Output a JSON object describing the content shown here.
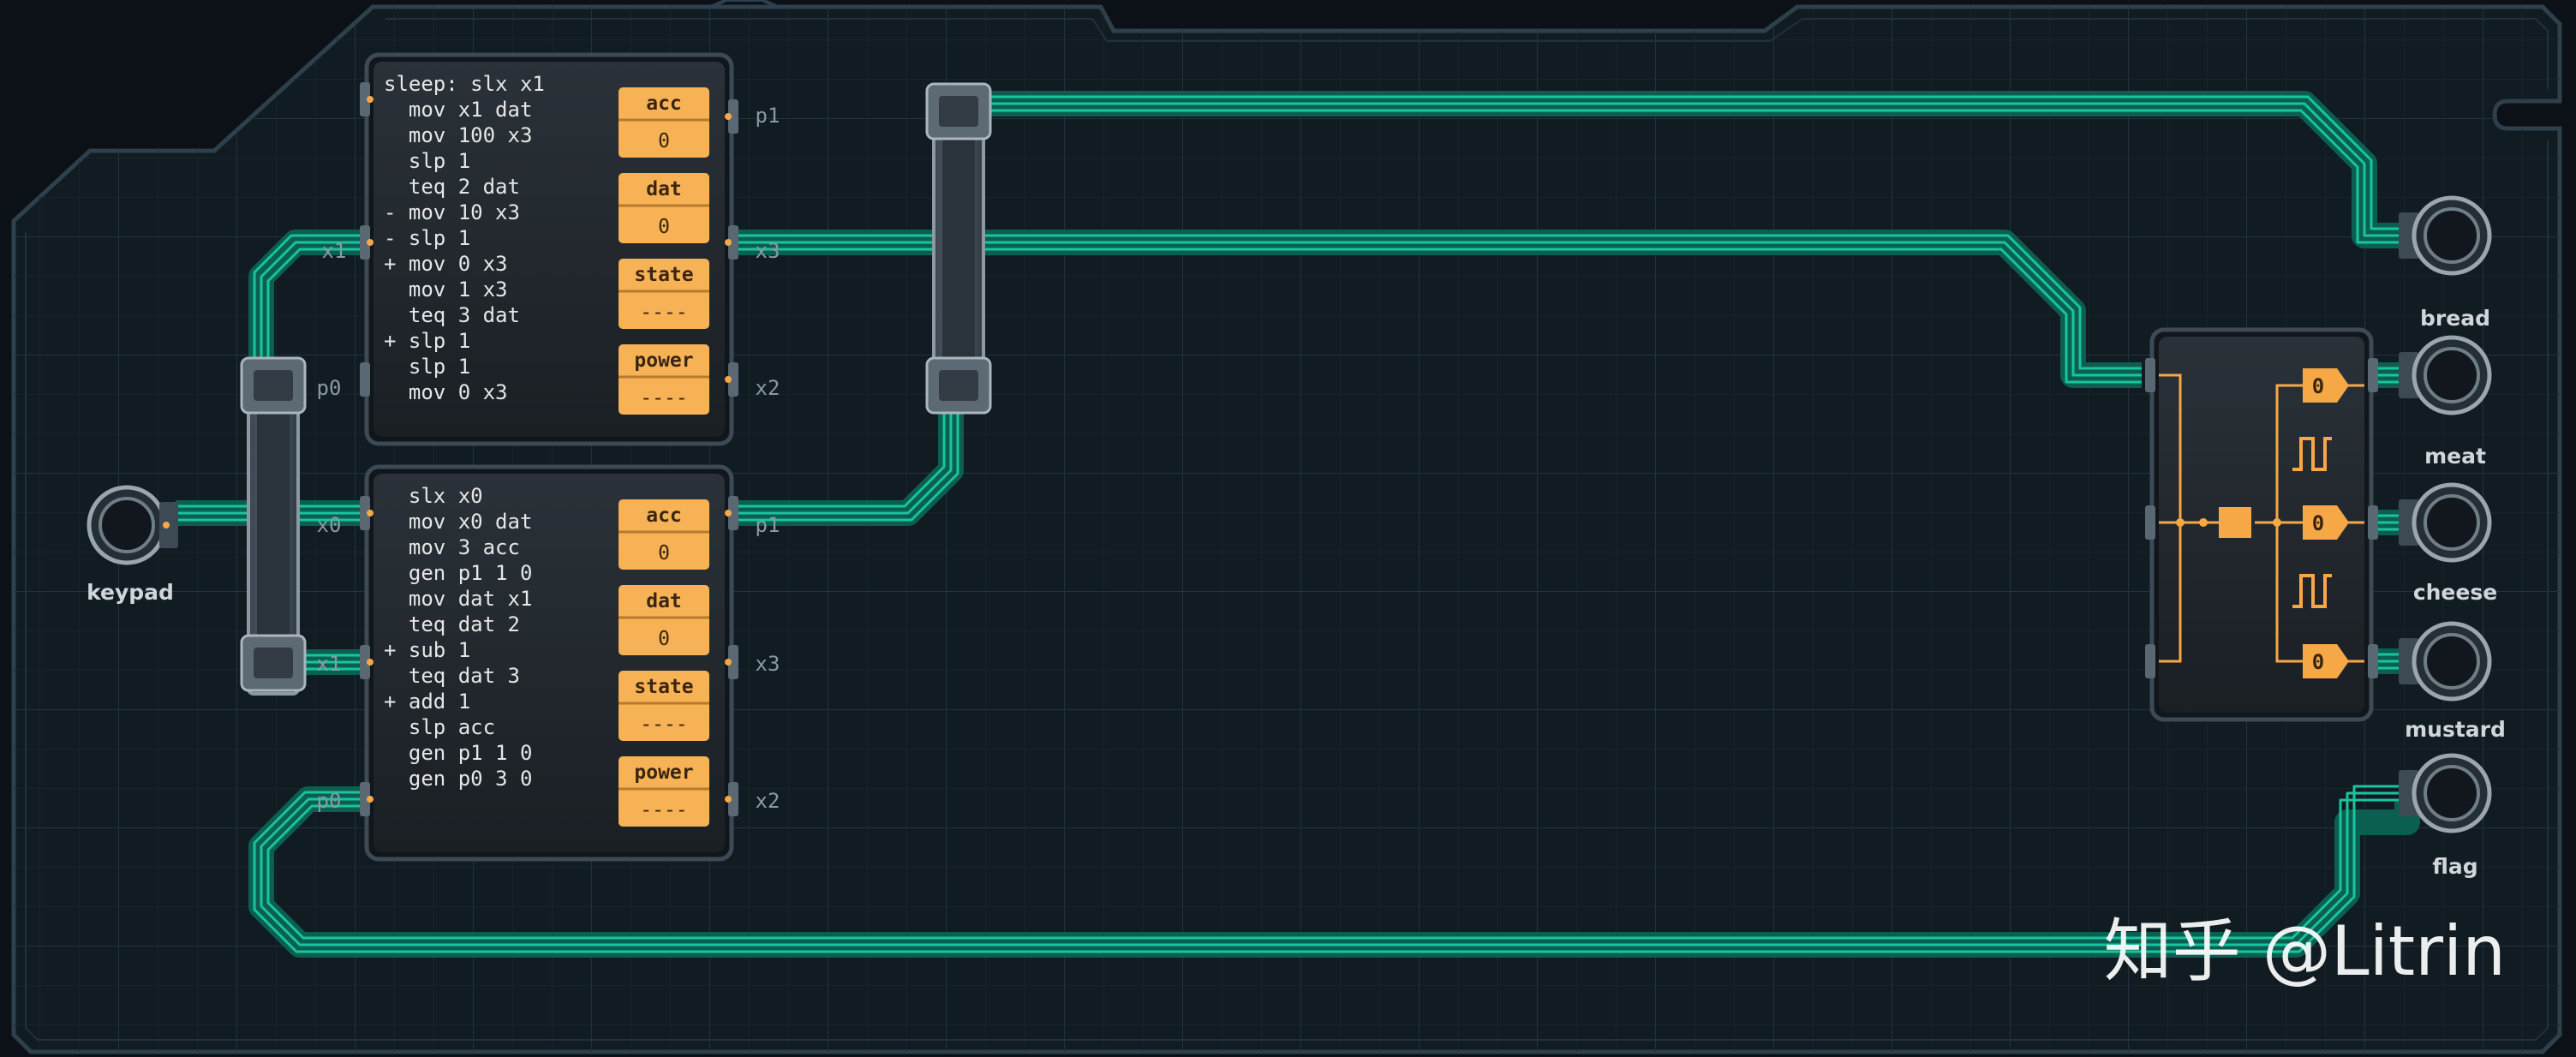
{
  "colors": {
    "background": "#0b1117",
    "board": "#111b22",
    "board_edge": "#2b3b45",
    "wire": "#14b896",
    "wire_dark": "#0b5f50",
    "chip": "#1c2228",
    "code_text": "#e6e6e6",
    "register": "#f7b256",
    "register_text": "#3a2610",
    "pin_label": "#8a99a3",
    "port_label": "#d0d6da",
    "logic": "#f5a845",
    "watermark": "#ffffff"
  },
  "controllers": [
    {
      "id": "mc-top",
      "code": [
        "sleep: slx x1",
        "  mov x1 dat",
        "  mov 100 x3",
        "  slp 1",
        "  teq 2 dat",
        "- mov 10 x3",
        "- slp 1",
        "+ mov 0 x3",
        "  mov 1 x3",
        "  teq 3 dat",
        "+ slp 1",
        "  slp 1",
        "  mov 0 x3"
      ],
      "registers": [
        {
          "name": "acc",
          "value": "0"
        },
        {
          "name": "dat",
          "value": "0"
        },
        {
          "name": "state",
          "value": "----"
        },
        {
          "name": "power",
          "value": "----"
        }
      ],
      "left_pins": [
        "x1",
        "p0"
      ],
      "right_pins": [
        "p1",
        "x3",
        "x2"
      ]
    },
    {
      "id": "mc-bottom",
      "code": [
        "  slx x0",
        "  mov x0 dat",
        "  mov 3 acc",
        "  gen p1 1 0",
        "  mov dat x1",
        "  teq dat 2",
        "+ sub 1",
        "  teq dat 3",
        "+ add 1",
        "  slp acc",
        "  gen p1 1 0",
        "  gen p0 3 0"
      ],
      "registers": [
        {
          "name": "acc",
          "value": "0"
        },
        {
          "name": "dat",
          "value": "0"
        },
        {
          "name": "state",
          "value": "----"
        },
        {
          "name": "power",
          "value": "----"
        }
      ],
      "left_pins": [
        "x0",
        "x1",
        "p0"
      ],
      "right_pins": [
        "p1",
        "x3",
        "x2"
      ]
    }
  ],
  "ports": {
    "keypad": "keypad",
    "outputs": [
      "bread",
      "meat",
      "cheese",
      "mustard",
      "flag"
    ]
  },
  "logic": {
    "gate_values": [
      "0",
      "0",
      "0"
    ]
  },
  "icons": [
    "keypad-socket-icon",
    "output-socket-icon",
    "pulse-wave-icon",
    "bridge-icon",
    "logic-gate-icon"
  ],
  "watermark": "知乎 @Litrin"
}
